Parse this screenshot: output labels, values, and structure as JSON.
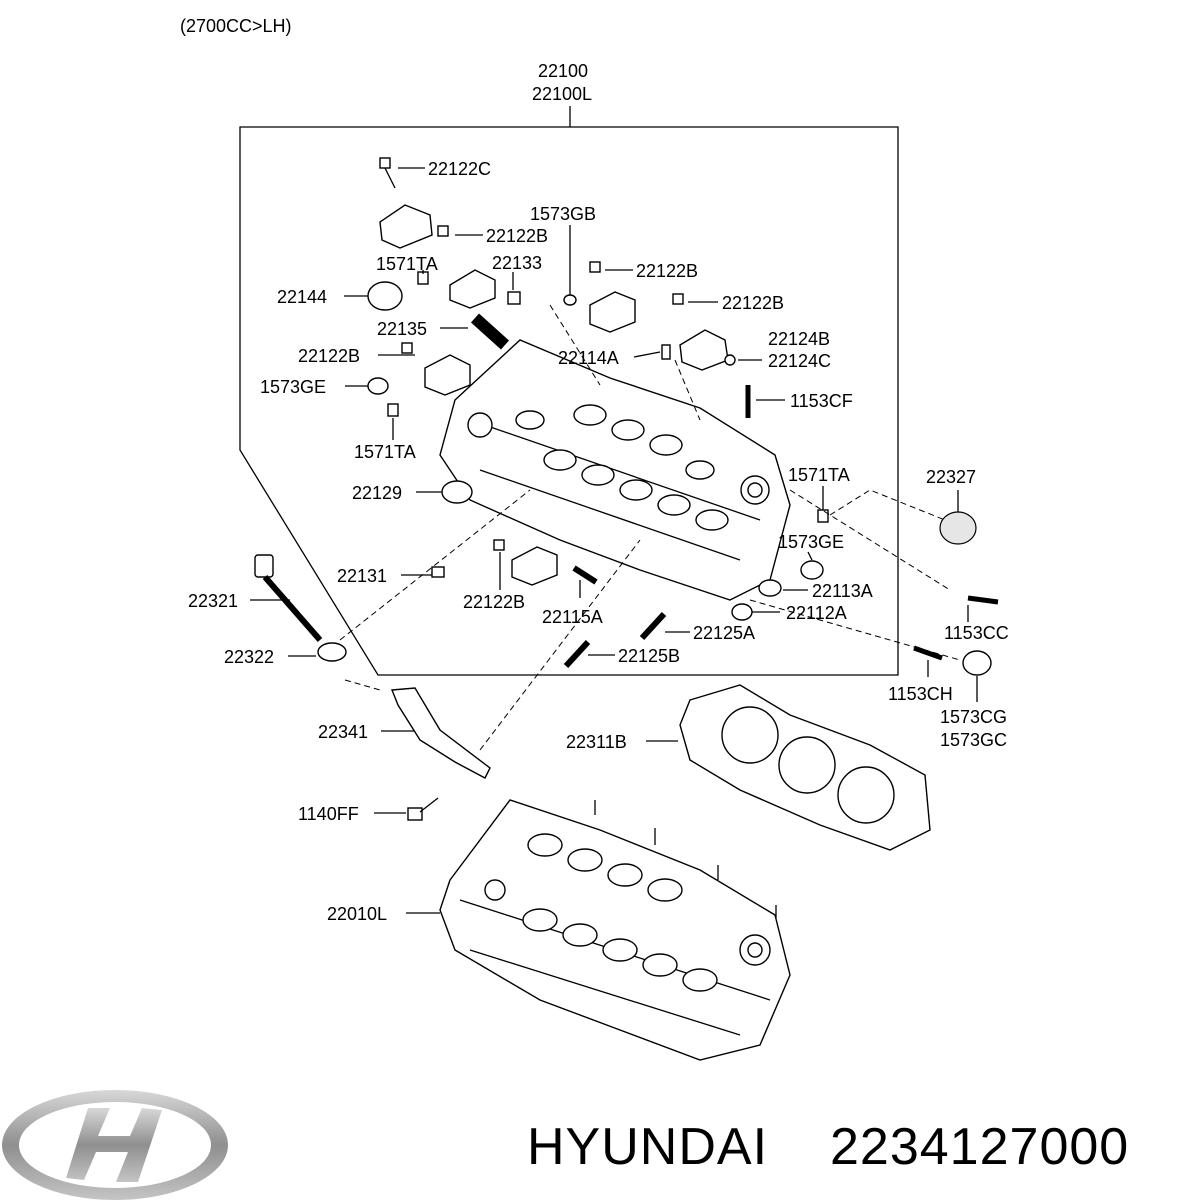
{
  "variant": "(2700CC>LH)",
  "assembly": {
    "number": "22100",
    "number_alt": "22100L"
  },
  "callouts": [
    {
      "key": "c1",
      "text": "22122C"
    },
    {
      "key": "c2",
      "text": "1573GB"
    },
    {
      "key": "c3",
      "text": "22122B"
    },
    {
      "key": "c4",
      "text": "22133"
    },
    {
      "key": "c5",
      "text": "1571TA"
    },
    {
      "key": "c6",
      "text": "22122B"
    },
    {
      "key": "c7",
      "text": "22144"
    },
    {
      "key": "c8",
      "text": "22122B"
    },
    {
      "key": "c9",
      "text": "22135"
    },
    {
      "key": "c10",
      "text": "22124B"
    },
    {
      "key": "c11",
      "text": "22122B"
    },
    {
      "key": "c12",
      "text": "22114A"
    },
    {
      "key": "c13",
      "text": "22124C"
    },
    {
      "key": "c14",
      "text": "1573GE"
    },
    {
      "key": "c15",
      "text": "1153CF"
    },
    {
      "key": "c16",
      "text": "1571TA"
    },
    {
      "key": "c17",
      "text": "22327"
    },
    {
      "key": "c18",
      "text": "1571TA"
    },
    {
      "key": "c19",
      "text": "22129"
    },
    {
      "key": "c20",
      "text": "1573GE"
    },
    {
      "key": "c21",
      "text": "22131"
    },
    {
      "key": "c22",
      "text": "22113A"
    },
    {
      "key": "c23",
      "text": "22321"
    },
    {
      "key": "c24",
      "text": "22122B"
    },
    {
      "key": "c25",
      "text": "22112A"
    },
    {
      "key": "c26",
      "text": "22115A"
    },
    {
      "key": "c27",
      "text": "22125A"
    },
    {
      "key": "c28",
      "text": "1153CC"
    },
    {
      "key": "c29",
      "text": "22322"
    },
    {
      "key": "c30",
      "text": "22125B"
    },
    {
      "key": "c31",
      "text": "1153CH"
    },
    {
      "key": "c32",
      "text": "1573CG"
    },
    {
      "key": "c33",
      "text": "1573GC"
    },
    {
      "key": "c34",
      "text": "22341"
    },
    {
      "key": "c35",
      "text": "22311B"
    },
    {
      "key": "c36",
      "text": "1140FF"
    },
    {
      "key": "c37",
      "text": "22010L"
    }
  ],
  "brand": {
    "name": "HYUNDAI",
    "part_number": "2234127000"
  },
  "icons": {
    "logo": "hyundai-logo-icon"
  },
  "colors": {
    "line": "#000000",
    "background": "#ffffff",
    "logo_silver": "#9a9a9a"
  }
}
